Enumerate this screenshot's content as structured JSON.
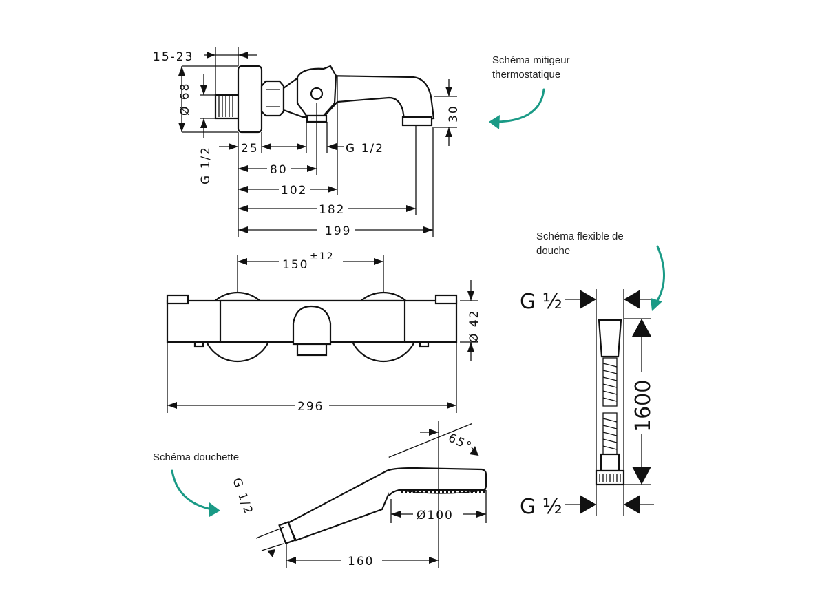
{
  "captions": {
    "mixer": [
      "Schéma mitigeur",
      "thermostatique"
    ],
    "hose": [
      "Schéma flexible de",
      "douche"
    ],
    "handshower": "Schéma douchette"
  },
  "mixer_side": {
    "d_15_23": "15-23",
    "d_68": "Ø 68",
    "d_g12_v": "G 1/2",
    "d_25": "25",
    "d_g12_h": "G 1/2",
    "d_30": "30",
    "d_80": "80",
    "d_102": "102",
    "d_182": "182",
    "d_199": "199"
  },
  "mixer_front": {
    "d_150": "150",
    "d_150_tol": "±12",
    "d_42": "Ø 42",
    "d_296": "296"
  },
  "hose": {
    "g_top": "G ½",
    "g_bottom": "G ½",
    "length": "1600"
  },
  "handshower": {
    "g12": "G 1/2",
    "angle": "65°",
    "diameter": "Ø100",
    "length": "160"
  },
  "colors": {
    "accent": "#1a9a86",
    "ink": "#111111"
  }
}
